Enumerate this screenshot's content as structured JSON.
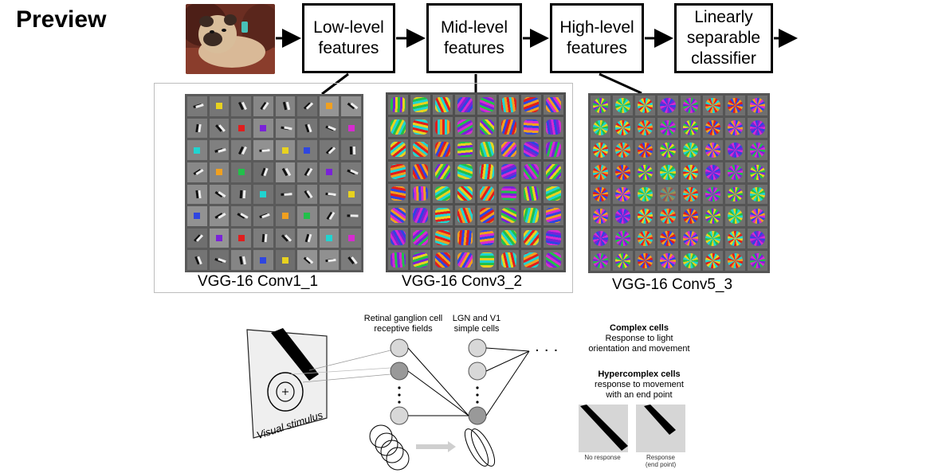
{
  "heading": "Preview",
  "pipeline": {
    "stages": [
      {
        "lines": [
          "Low-level",
          "features"
        ]
      },
      {
        "lines": [
          "Mid-level",
          "features"
        ]
      },
      {
        "lines": [
          "High-level",
          "features"
        ]
      },
      {
        "lines": [
          "Linearly",
          "separable",
          "classifier"
        ]
      }
    ]
  },
  "panels": [
    {
      "label": "VGG-16 Conv1_1"
    },
    {
      "label": "VGG-16 Conv3_2"
    },
    {
      "label": "VGG-16 Conv5_3"
    }
  ],
  "visual": {
    "stimulus_label": "Visual stimulus",
    "rgc_label": [
      "Retinal ganglion cell",
      "receptive fields"
    ],
    "lgn_label": [
      "LGN and V1",
      "simple cells"
    ],
    "complex_title": "Complex cells",
    "complex_text": [
      "Response to light",
      "orientation and movement"
    ],
    "hyper_title": "Hypercomplex cells",
    "hyper_text": [
      "response to movement",
      "with an end point"
    ],
    "no_response": "No response",
    "response_lines": [
      "Response",
      "(end point)"
    ],
    "ellipsis": ". . ."
  },
  "colors": {
    "accent_palette": [
      "#e8d21f",
      "#d62ad0",
      "#e11d1d",
      "#22c04a",
      "#2f46e0",
      "#20d4d0",
      "#7a22d8",
      "#f0a020"
    ]
  }
}
